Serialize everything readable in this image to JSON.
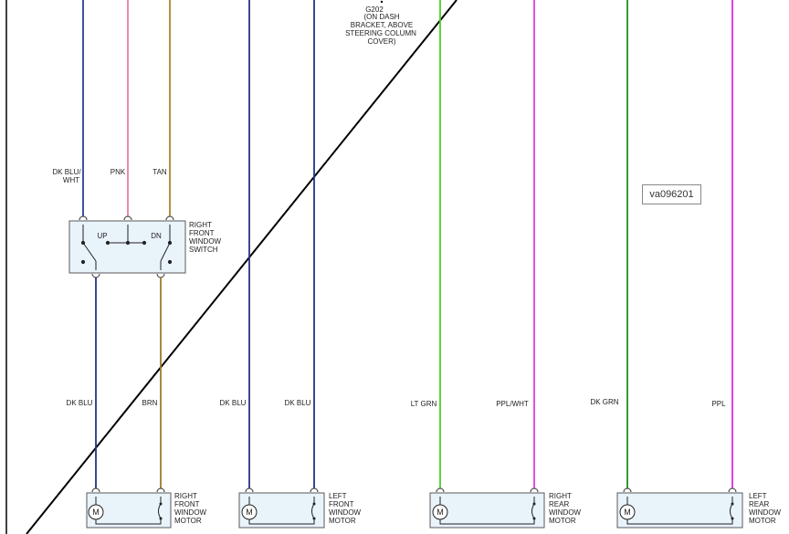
{
  "ground": {
    "id": "G202",
    "desc": [
      "(ON DASH",
      "BRACKET, ABOVE",
      "STEERING COLUMN",
      "COVER)"
    ]
  },
  "switch": {
    "label": [
      "RIGHT",
      "FRONT",
      "WINDOW",
      "SWITCH"
    ],
    "up_label": "UP",
    "dn_label": "DN",
    "top_wires": [
      {
        "label": [
          "DK BLU/",
          "WHT"
        ],
        "color": "#2b3f9a"
      },
      {
        "label": [
          "PNK"
        ],
        "color": "#f07aa8"
      },
      {
        "label": [
          "TAN"
        ],
        "color": "#a8862f"
      }
    ],
    "bottom_wires": [
      {
        "label": "DK BLU",
        "color": "#22338a"
      },
      {
        "label": "BRN",
        "color": "#9c7a2a"
      }
    ]
  },
  "motors": [
    {
      "label": [
        "RIGHT",
        "FRONT",
        "WINDOW",
        "MOTOR"
      ],
      "wires": [
        {
          "label": "DK BLU",
          "color": "#22338a"
        },
        {
          "label": "BRN",
          "color": "#9c7a2a"
        }
      ]
    },
    {
      "label": [
        "LEFT",
        "FRONT",
        "WINDOW",
        "MOTOR"
      ],
      "wires": [
        {
          "label": "DK BLU",
          "color": "#22338a"
        },
        {
          "label": "DK BLU",
          "color": "#22338a"
        }
      ]
    },
    {
      "label": [
        "RIGHT",
        "REAR",
        "WINDOW",
        "MOTOR"
      ],
      "wires": [
        {
          "label": "LT GRN",
          "color": "#44d42b"
        },
        {
          "label": "PPL/WHT",
          "color": "#e03be0"
        }
      ]
    },
    {
      "label": [
        "LEFT",
        "REAR",
        "WINDOW",
        "MOTOR"
      ],
      "wires": [
        {
          "label": "DK GRN",
          "color": "#1f8c1f"
        },
        {
          "label": "PPL",
          "color": "#e22ae6"
        }
      ]
    }
  ],
  "motor_symbol": "M",
  "diagram_id": "va096201",
  "colors": {
    "box_fill": "#e9f3fa",
    "box_stroke": "#5a5a5a",
    "black": "#000000"
  }
}
